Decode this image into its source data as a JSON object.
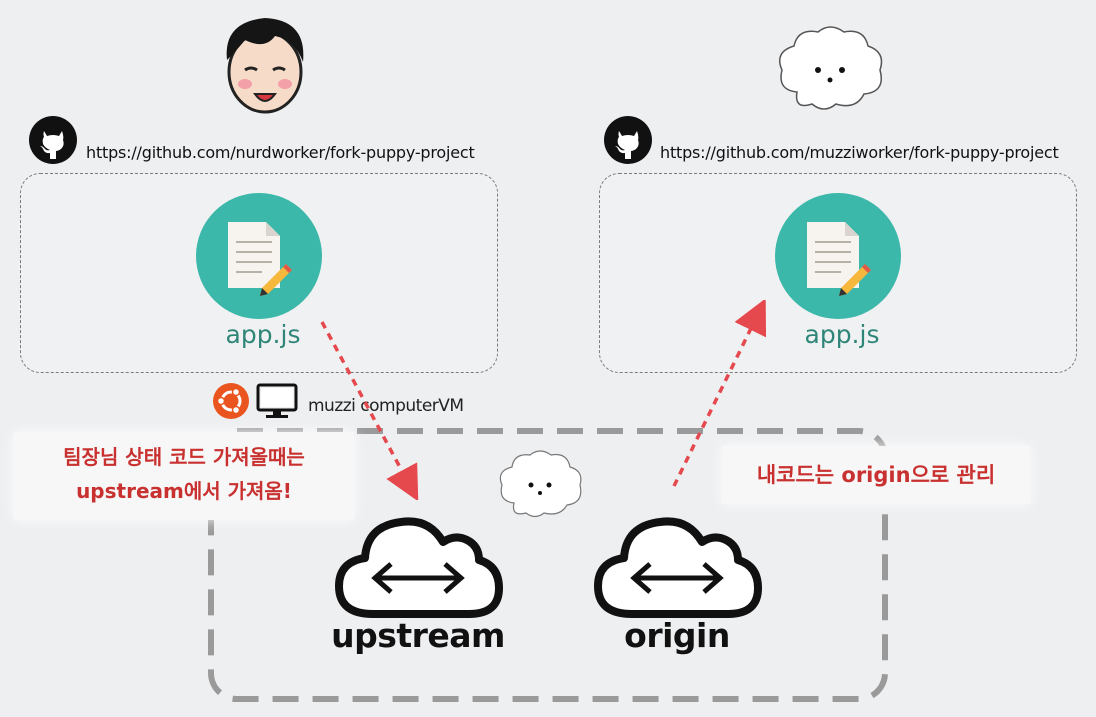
{
  "left_repo": {
    "url": "https://github.com/nurdworker/fork-puppy-project",
    "file_name": "app.js"
  },
  "right_repo": {
    "url": "https://github.com/muzziworker/fork-puppy-project",
    "file_name": "app.js"
  },
  "vm": {
    "label": "muzzi computerVM"
  },
  "notes": {
    "left_line1": "팀장님 상태 코드 가져올때는",
    "left_line2": "upstream에서 가져옴!",
    "right": "내코드는 origin으로 관리"
  },
  "remotes": {
    "upstream": "upstream",
    "origin": "origin"
  },
  "colors": {
    "file_circle": "#3bb8a9",
    "arrow": "#e5484d",
    "note_text": "#c8312f",
    "ubuntu": "#e9541f"
  },
  "icons": [
    "github-icon",
    "document-icon",
    "ubuntu-icon",
    "monitor-icon",
    "cloud-sync-icon",
    "person-avatar",
    "puppy-avatar"
  ]
}
